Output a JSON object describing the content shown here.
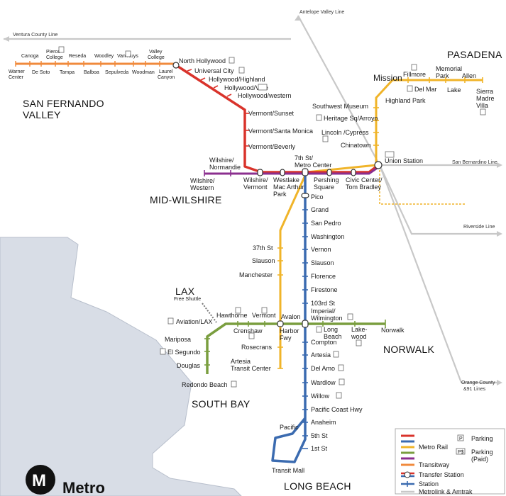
{
  "colors": {
    "red_line": "#d9332b",
    "blue_line": "#3b6bb0",
    "gold_line": "#f0b429",
    "green_line": "#7a9e3f",
    "purple_line": "#8b2f8f",
    "orange_line": "#f08a3c",
    "metrolink": "#c8c8c8",
    "ocean": "#d8dde6"
  },
  "regions": {
    "pasadena": "PASADENA",
    "sfv_1": "SAN FERNANDO",
    "sfv_2": "VALLEY",
    "mid_wilshire": "MID-WILSHIRE",
    "south_bay": "SOUTH BAY",
    "norwalk": "NORWALK",
    "long_beach": "LONG BEACH",
    "lax": "LAX",
    "lax_sub": "Free Shuttle"
  },
  "external": {
    "antelope": "Antelope Valley Line",
    "ventura": "Ventura County Line",
    "san_bernardino": "San Bernardino Line",
    "riverside": "Riverside Line",
    "orange_county_1": "Orange County",
    "orange_county_2": "&91 Lines"
  },
  "stations": {
    "north_hollywood": "North Hollywood",
    "universal_city": "Universal City",
    "hollywood_highland": "Hollywood/Highland",
    "hollywood_vine": "Hollywood/Vine",
    "hollywood_western": "Hollywood/western",
    "vermont_sunset": "Vermont/Sunset",
    "vermont_santa_monica": "Vermont/Santa Monica",
    "vermont_beverly": "Vermont/Beverly",
    "wilshire_normandie_1": "Wilshire/",
    "wilshire_normandie_2": "Normandie",
    "wilshire_western_1": "Wilshire/",
    "wilshire_western_2": "Western",
    "wilshire_vermont_1": "Wilshire/",
    "wilshire_vermont_2": "Vermont",
    "westlake_1": "Westlake",
    "westlake_2": "Mac Arthur",
    "westlake_3": "Park",
    "metro_center_1": "7th St/",
    "metro_center_2": "Metro Center",
    "pershing_1": "Pershing",
    "pershing_2": "Square",
    "civic_center_1": "Civic Center/",
    "civic_center_2": "Tom Bradley",
    "union_station": "Union Station",
    "chinatown": "Chinatown",
    "lincoln_cypress": "Lincoln /Cypress",
    "heritage_sq": "Heritage Sq/Arroyo",
    "southwest_museum": "Southwest Museum",
    "highland_park": "Highland Park",
    "mission": "Mission",
    "fillmore": "Fillmore",
    "del_mar": "Del Mar",
    "memorial_park_1": "Memorial",
    "memorial_park_2": "Park",
    "lake": "Lake",
    "allen": "Allen",
    "sierra_madre_1": "Sierra",
    "sierra_madre_2": "Madre",
    "sierra_madre_3": "Villa",
    "pico": "Pico",
    "grand": "Grand",
    "san_pedro": "San Pedro",
    "washington": "Washington",
    "vernon": "Vernon",
    "slauson_blue": "Slauson",
    "florence": "Florence",
    "firestone": "Firestone",
    "103rd": "103rd St",
    "imperial_1": "Imperial/",
    "imperial_2": "Wilmington",
    "compton": "Compton",
    "artesia": "Artesia",
    "del_amo": "Del Amo",
    "wardlow": "Wardlow",
    "willow": "Willow",
    "pch": "Pacific Coast Hwy",
    "anaheim": "Anaheim",
    "pacific": "Pacific",
    "5th": "5th St",
    "1st": "1st St",
    "transit_mall": "Transit Mall",
    "37th": "37th St",
    "slauson_gold": "Slauson",
    "manchester": "Manchester",
    "rosecrans": "Rosecrans",
    "artesia_tc_1": "Artesia",
    "artesia_tc_2": "Transit Center",
    "harbor_1": "Harbor",
    "harbor_2": "Fwy",
    "aviation_lax": "Aviation/LAX",
    "hawthorne": "Hawthorne",
    "vermont_green": "Vermont",
    "avalon": "Avalon",
    "crenshaw": "Crenshaw",
    "long_beach_1": "Long",
    "long_beach_2": "Beach",
    "lakewood_1": "Lake-",
    "lakewood_2": "wood",
    "norwalk_st": "Norwalk",
    "mariposa": "Mariposa",
    "el_segundo": "El Segundo",
    "douglas": "Douglas",
    "redondo_beach": "Redondo Beach",
    "warner_1": "Warner",
    "warner_2": "Center",
    "canoga": "Canoga",
    "de_soto": "De Soto",
    "pierce_1": "Pierce",
    "pierce_2": "College",
    "tampa": "Tampa",
    "reseda": "Reseda",
    "balboa": "Balboa",
    "woodley": "Woodley",
    "sepulveda": "Sepulveda",
    "van_nuys": "Van Nuys",
    "woodman": "Woodman",
    "valley_college_1": "Valley",
    "valley_college_2": "College",
    "laurel_canyon_1": "Laurel",
    "laurel_canyon_2": "Canyon"
  },
  "legend": {
    "metro_rail": "Metro Rail",
    "transitway": "Transitway",
    "transfer_station": "Transfer Station",
    "station": "Station",
    "metrolink": "Metrolink & Amtrak",
    "parking": "Parking",
    "parking_paid_1": "Parking",
    "parking_paid_2": "(Paid)",
    "p_symbol": "P",
    "ps_symbol": "P$"
  },
  "logo": {
    "letter": "M",
    "text": "Metro"
  }
}
